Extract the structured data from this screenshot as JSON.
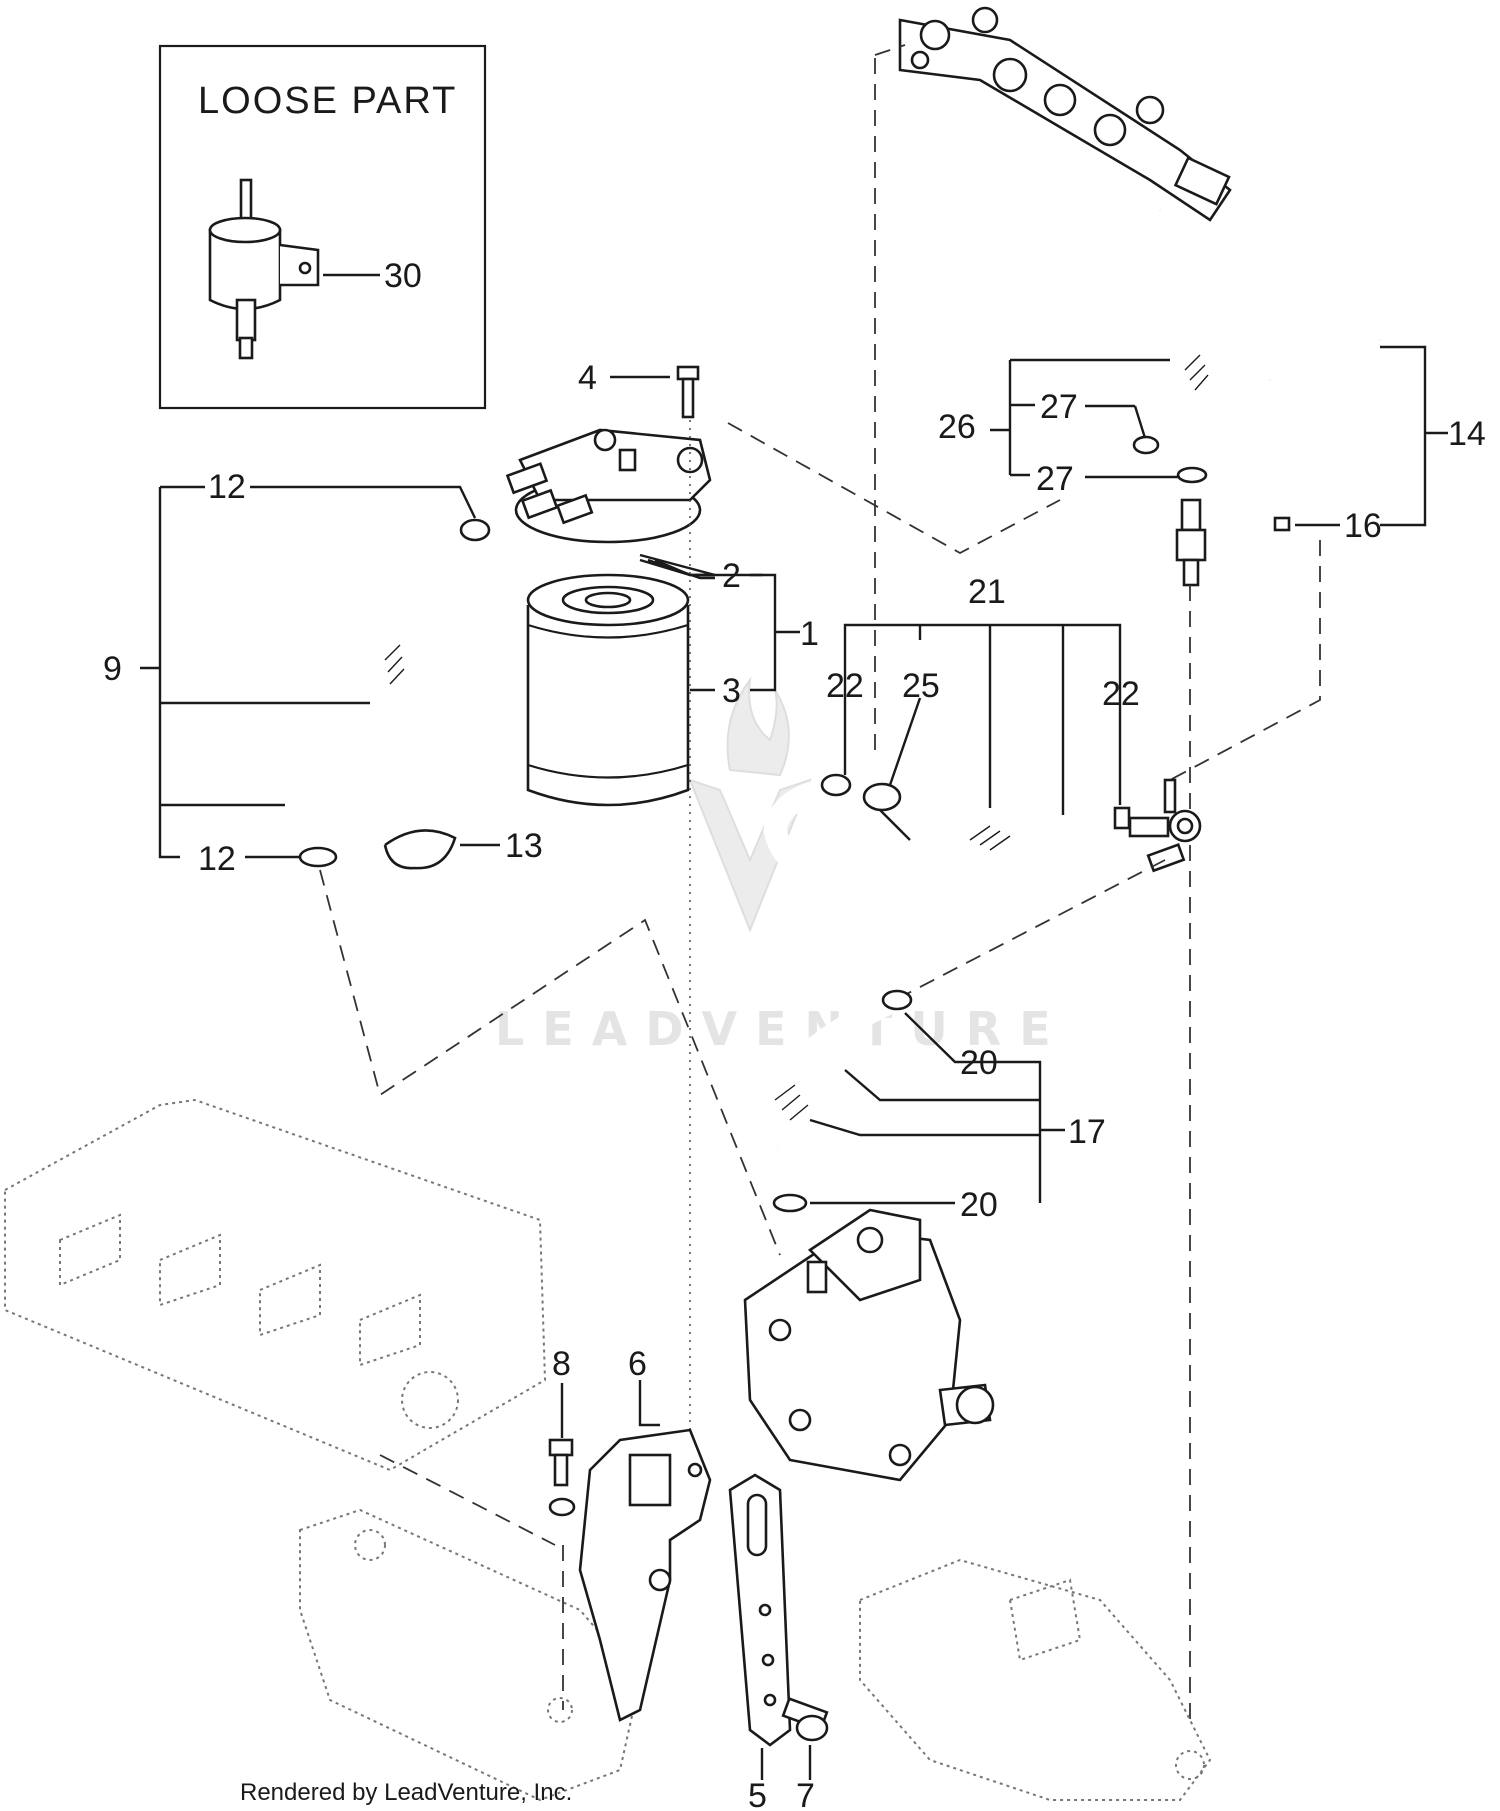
{
  "inset": {
    "title": "LOOSE PART"
  },
  "callouts": {
    "c30": "30",
    "c4": "4",
    "c12a": "12",
    "c12b": "12",
    "c9": "9",
    "c2": "2",
    "c1": "1",
    "c3": "3",
    "c13": "13",
    "c26": "26",
    "c27a": "27",
    "c27b": "27",
    "c14": "14",
    "c16": "16",
    "c21": "21",
    "c22a": "22",
    "c25": "25",
    "c22b": "22",
    "c20a": "20",
    "c17": "17",
    "c20b": "20",
    "c8": "8",
    "c6": "6",
    "c5": "5",
    "c7": "7"
  },
  "watermark": {
    "brand": "LEADVENTURE"
  },
  "footer": {
    "credit": "Rendered by LeadVenture, Inc."
  },
  "icons": {
    "watermark_logo": "leadventure-flame-v-logo"
  }
}
